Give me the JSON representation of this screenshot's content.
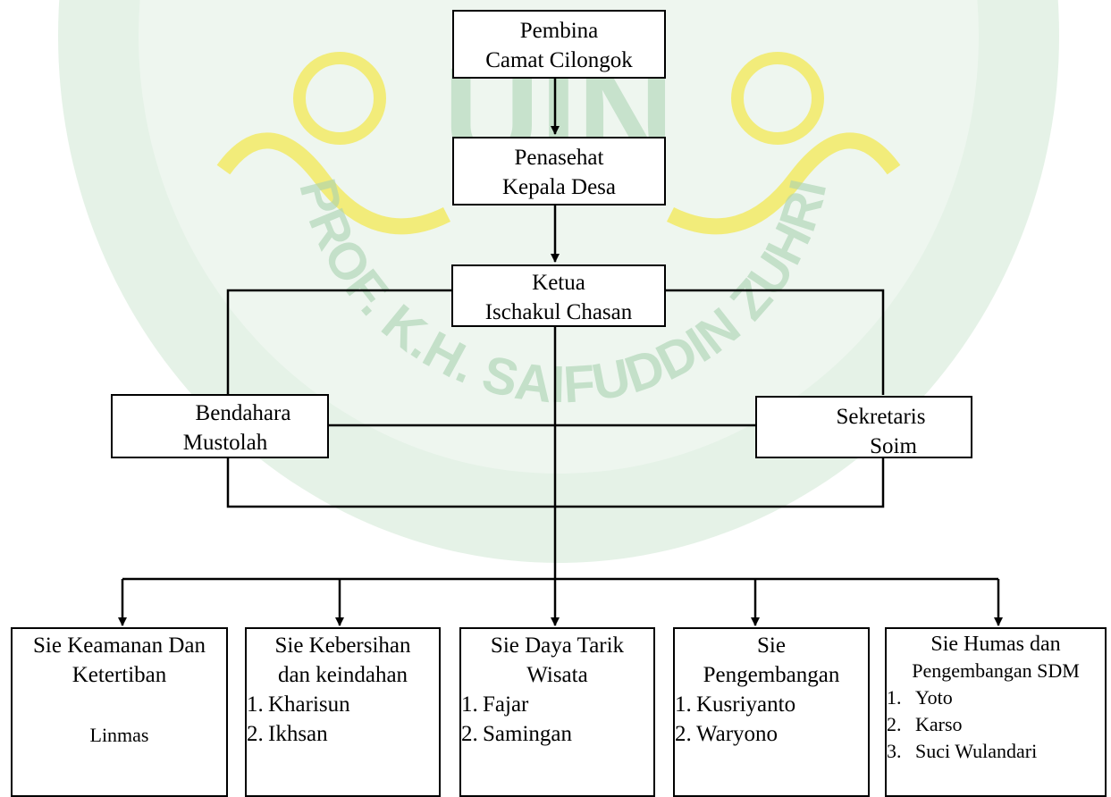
{
  "colors": {
    "line": "#000000",
    "seal_yellow": "#f2ea5c",
    "seal_green": "#cfe7d4"
  },
  "watermark": {
    "text": "PROF. K.H. SAIFUDDIN ZUHRI",
    "letters": "UIN"
  },
  "org_chart": {
    "pembina": {
      "title": "Pembina",
      "name": "Camat Cilongok"
    },
    "penasehat": {
      "title": "Penasehat",
      "name": "Kepala Desa"
    },
    "ketua": {
      "title": "Ketua",
      "name": "Ischakul Chasan"
    },
    "bendahara": {
      "title": "Bendahara",
      "name": "Mustolah"
    },
    "sekretaris": {
      "title": "Sekretaris",
      "name": "Soim"
    },
    "sections": [
      {
        "title": [
          "Sie Keamanan Dan",
          "Ketertiban"
        ],
        "single": "Linmas",
        "members": []
      },
      {
        "title": [
          "Sie Kebersihan",
          "dan keindahan"
        ],
        "members": [
          {
            "num": "1.",
            "name": "Kharisun"
          },
          {
            "num": "2.",
            "name": "Ikhsan"
          }
        ]
      },
      {
        "title": [
          "Sie Daya Tarik",
          "Wisata"
        ],
        "members": [
          {
            "num": "1.",
            "name": "Fajar"
          },
          {
            "num": "2.",
            "name": "Samingan"
          }
        ]
      },
      {
        "title": [
          "Sie",
          "Pengembangan"
        ],
        "members": [
          {
            "num": "1.",
            "name": "Kusriyanto"
          },
          {
            "num": "2.",
            "name": "Waryono"
          }
        ]
      },
      {
        "title": [
          "Sie Humas dan",
          "Pengembangan SDM"
        ],
        "members": [
          {
            "num": "1.",
            "name": "Yoto"
          },
          {
            "num": "2.",
            "name": "Karso"
          },
          {
            "num": "3.",
            "name": "Suci Wulandari"
          }
        ]
      }
    ]
  }
}
